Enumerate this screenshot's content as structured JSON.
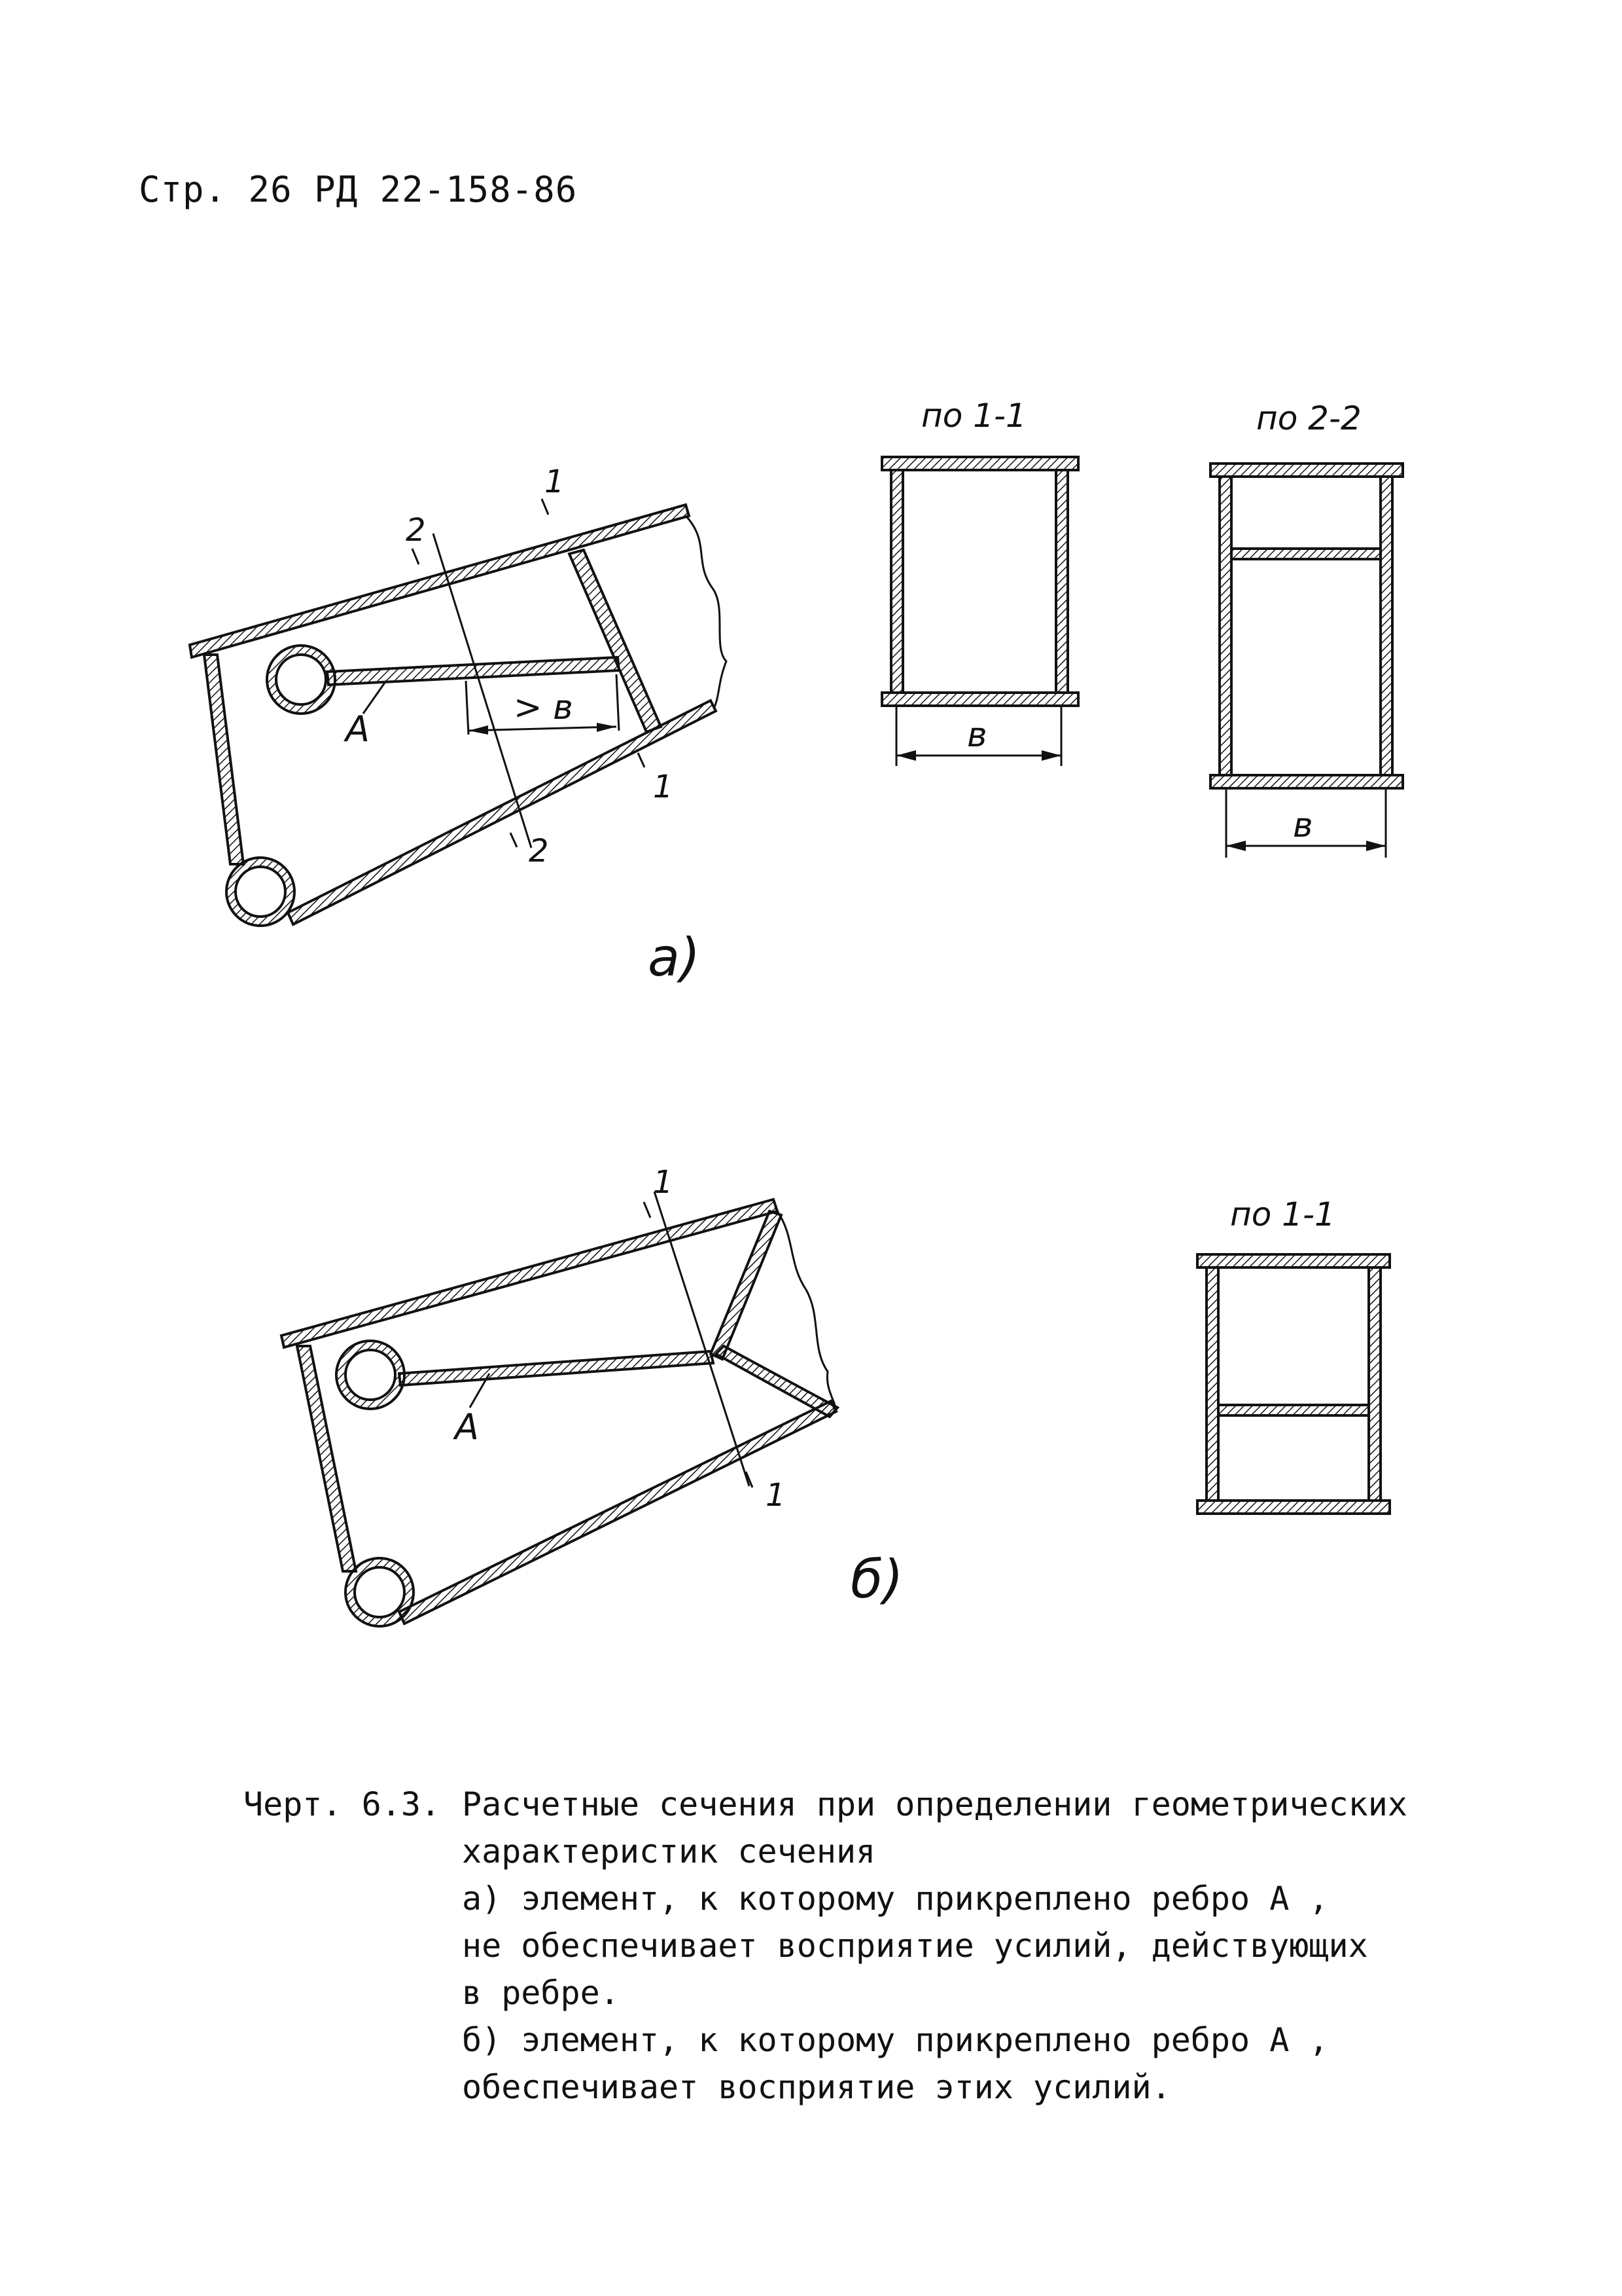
{
  "header": {
    "text": "Стр. 26  РД 22-158-86"
  },
  "figure_a": {
    "label_A": "A",
    "dim_gt_b": "> в",
    "section_mark_1": "1",
    "section_mark_2": "2",
    "panel_label": "а)",
    "section_1_1_title": "по 1-1",
    "section_2_2_title": "по 2-2",
    "dim_b": "в"
  },
  "figure_b": {
    "label_A": "A",
    "section_mark_1": "1",
    "panel_label": "б)",
    "section_1_1_title": "по 1-1"
  },
  "caption": {
    "prefix": "Черт. 6.3.",
    "line1": "Расчетные сечения при определении геометрических",
    "line2": "характеристик сечения",
    "line3": "а) элемент, к которому прикреплено ребро А ,",
    "line4": "не обеспечивает восприятие усилий, действующих",
    "line5": "в ребре.",
    "line6": "б) элемент, к которому прикреплено ребро А ,",
    "line7": "обеспечивает восприятие этих усилий."
  }
}
